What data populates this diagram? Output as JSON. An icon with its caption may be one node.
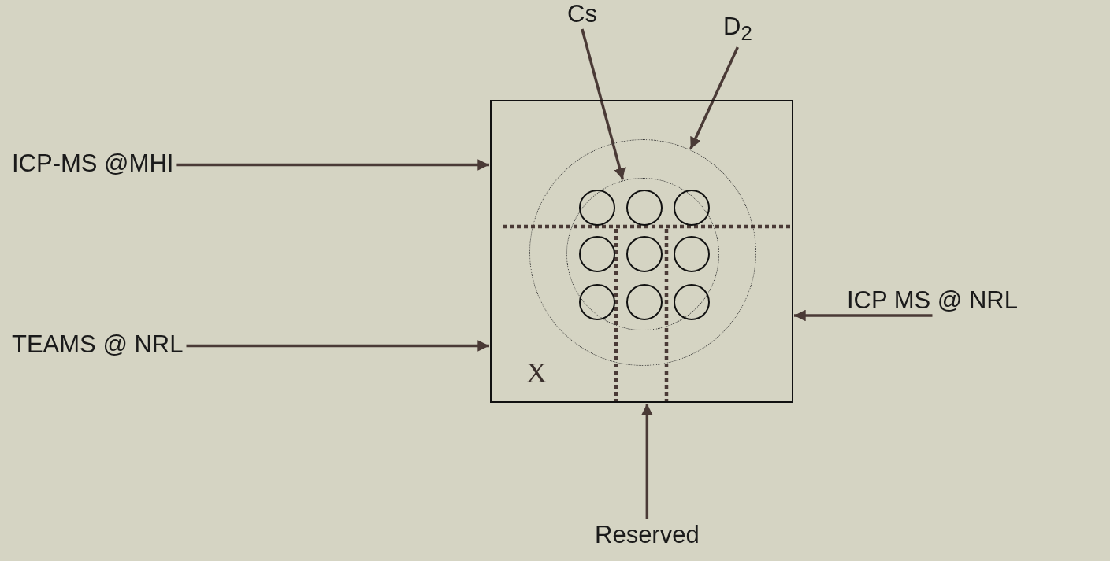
{
  "diagram": {
    "nodes": [
      {
        "text": [],
        "shape": "box"
      },
      {
        "text": [],
        "shape": "circle",
        "in": 0
      },
      {
        "text": [],
        "shape": "circle",
        "in": 1
      },
      {
        "text": [],
        "shape": "circle",
        "in": 2
      },
      {
        "text": [],
        "shape": "circle",
        "in": 2
      },
      {
        "text": [],
        "shape": "circle",
        "in": 2
      },
      {
        "text": [],
        "shape": "circle",
        "in": 2
      },
      {
        "text": [],
        "shape": "circle",
        "in": 2
      },
      {
        "text": [],
        "shape": "circle",
        "in": 2
      },
      {
        "text": [],
        "shape": "circle",
        "in": 2
      },
      {
        "text": [],
        "shape": "circle",
        "in": 2
      },
      {
        "text": [],
        "shape": "circle",
        "in": 2
      },
      {
        "text": [
          "Cs"
        ]
      },
      {
        "text": [
          "D$_{2}$"
        ]
      },
      {
        "text": [
          "ICP-MS  @MHI"
        ]
      },
      {
        "text": [
          "TEAMS @ NRL"
        ]
      },
      {
        "text": [
          "ICP MS @ NRL"
        ]
      },
      {
        "text": [
          "Reserved"
        ]
      }
    ],
    "edges": [
      {
        "from": 12,
        "to": 2,
        "arrow": "to"
      },
      {
        "from": 13,
        "to": 1,
        "arrow": "to"
      },
      {
        "from": 14,
        "to": 0,
        "arrow": "to"
      },
      {
        "from": 15,
        "to": 0,
        "arrow": "to"
      },
      {
        "from": 16,
        "to": 0,
        "arrow": "to"
      },
      {
        "from": 17,
        "to": 0,
        "arrow": "to"
      }
    ],
    "labels": [
      "X"
    ]
  }
}
